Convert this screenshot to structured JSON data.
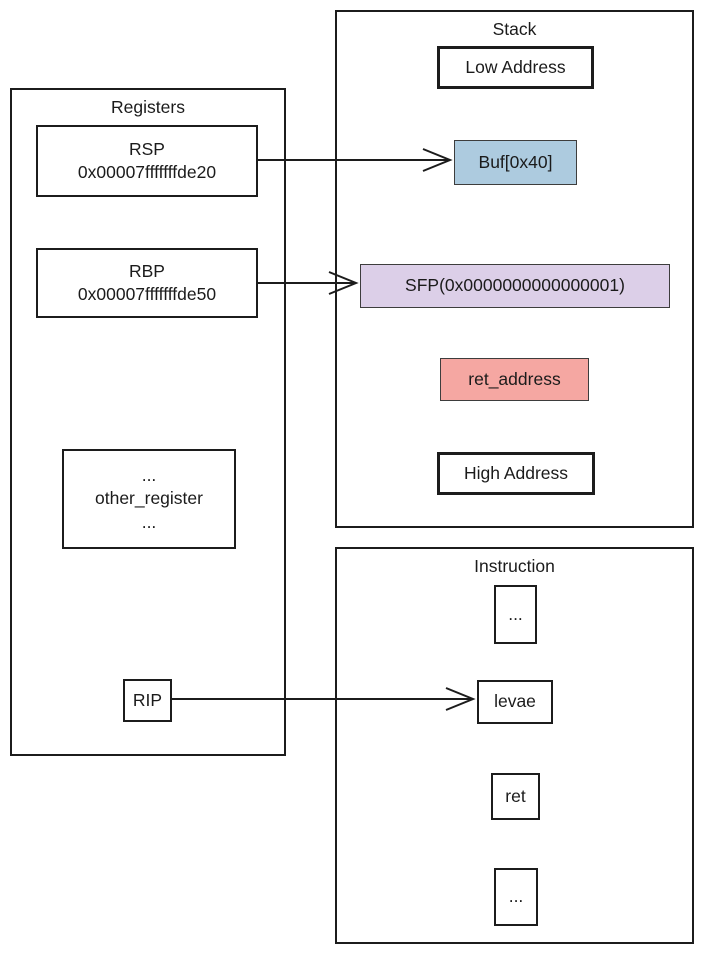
{
  "diagram": {
    "registers": {
      "title": "Registers",
      "rsp": {
        "name": "RSP",
        "value": "0x00007fffffffde20"
      },
      "rbp": {
        "name": "RBP",
        "value": "0x00007fffffffde50"
      },
      "other_register": {
        "dots_top": "...",
        "label": "other_register",
        "dots_bottom": "..."
      },
      "rip": {
        "label": "RIP"
      }
    },
    "stack": {
      "title": "Stack",
      "low_address": "Low Address",
      "buffer": "Buf[0x40]",
      "sfp": "SFP(0x0000000000000001)",
      "ret_address": "ret_address",
      "high_address": "High Address"
    },
    "instruction": {
      "title": "Instruction",
      "items": [
        "...",
        "levae",
        "ret",
        "..."
      ]
    },
    "colors": {
      "buffer_fill": "#adcbdf",
      "sfp_fill": "#dccfe8",
      "ret_address_fill": "#f5a7a2",
      "line": "#1c1c1c"
    }
  }
}
